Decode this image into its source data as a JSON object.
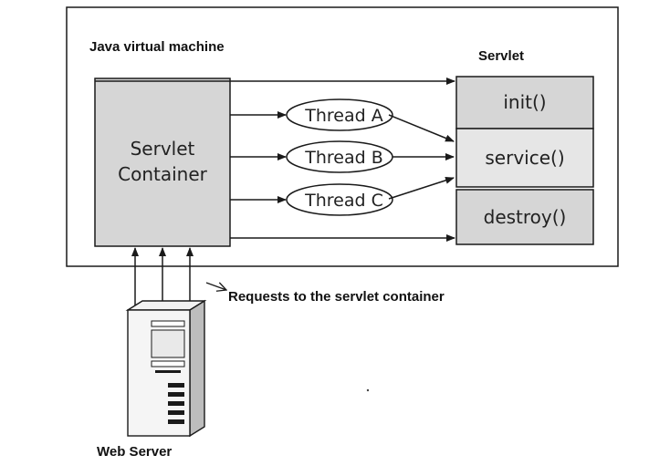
{
  "jvm_label": "Java virtual machine",
  "servlet_label": "Servlet",
  "container": {
    "line1": "Servlet",
    "line2": "Container"
  },
  "threads": [
    "Thread A",
    "Thread B",
    "Thread C"
  ],
  "methods": [
    "init()",
    "service()",
    "destroy()"
  ],
  "requests_label": "Requests to the servlet container",
  "web_server_label": "Web Server",
  "colors": {
    "box_fill": "#d6d6d6",
    "stroke": "#1a1a1a",
    "background": "#ffffff"
  },
  "icons": [
    "server-icon"
  ]
}
